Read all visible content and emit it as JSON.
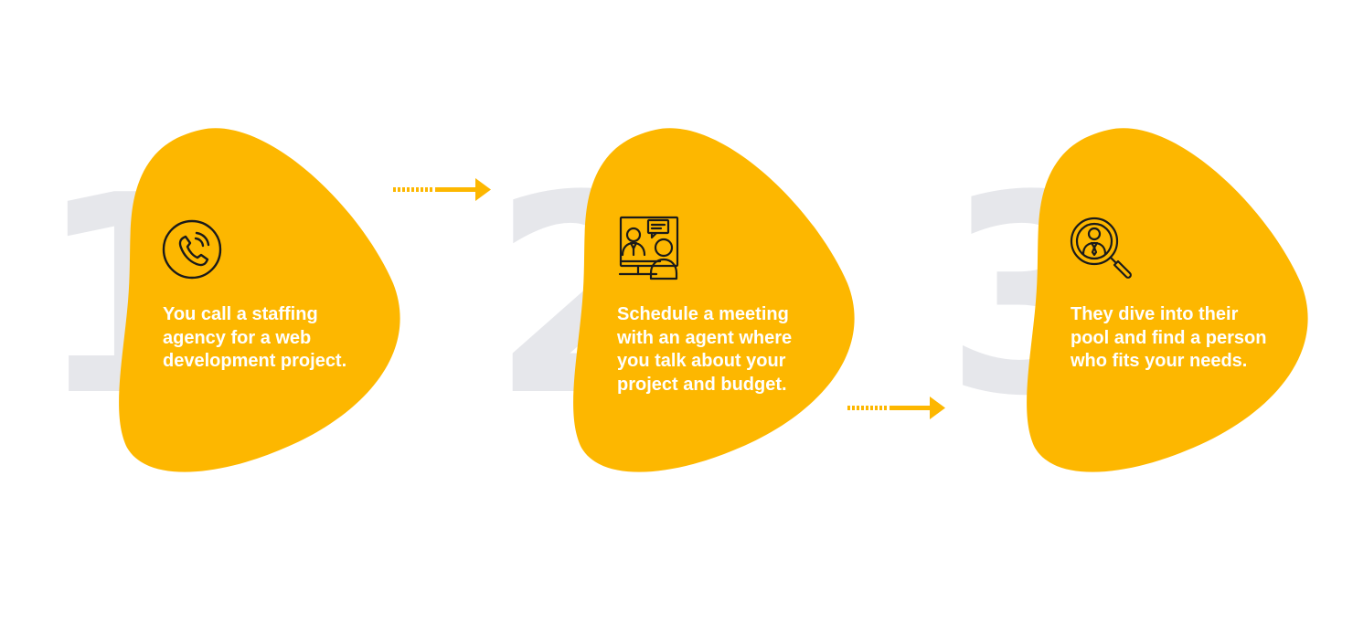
{
  "colors": {
    "accent": "#FDB700",
    "number_gray": "#E6E7EB",
    "text": "#FFFFFF",
    "icon_stroke": "#1A1A1A"
  },
  "steps": [
    {
      "number": "1",
      "icon": "phone-icon",
      "text": "You call a staffing agency for a web development project."
    },
    {
      "number": "2",
      "icon": "video-meeting-icon",
      "text": "Schedule a meeting with an agent where you talk about your project and budget."
    },
    {
      "number": "3",
      "icon": "search-person-icon",
      "text": "They dive into their pool and find a person who fits your needs."
    }
  ],
  "arrows": [
    {
      "from": "1",
      "to": "2",
      "icon": "dotted-arrow-right-icon"
    },
    {
      "from": "2",
      "to": "3",
      "icon": "dotted-arrow-right-icon"
    }
  ]
}
